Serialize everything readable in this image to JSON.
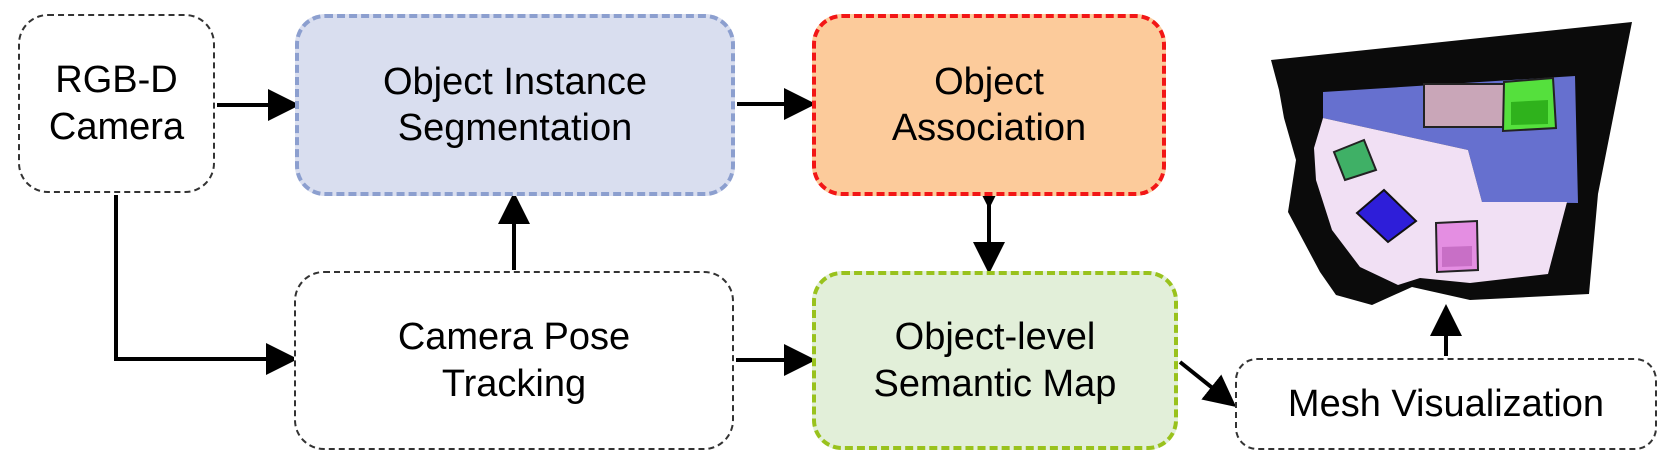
{
  "nodes": {
    "camera": {
      "line1": "RGB-D",
      "line2": "Camera"
    },
    "segmentation": {
      "line1": "Object Instance",
      "line2": "Segmentation"
    },
    "association": {
      "line1": "Object",
      "line2": "Association"
    },
    "pose_tracking": {
      "line1": "Camera Pose",
      "line2": "Tracking"
    },
    "semantic_map": {
      "line1": "Object-level",
      "line2": "Semantic Map"
    },
    "mesh_visualization": {
      "label": "Mesh Visualization"
    }
  },
  "colors": {
    "segmentation_fill": "#d9deef",
    "segmentation_border": "#8c9fcf",
    "association_fill": "#fccb9b",
    "association_border": "#f21616",
    "semantic_map_fill": "#e2efd9",
    "semantic_map_border": "#99c21d"
  },
  "edges": [
    {
      "from": "RGB-D Camera",
      "to": "Object Instance Segmentation"
    },
    {
      "from": "RGB-D Camera",
      "to": "Camera Pose Tracking"
    },
    {
      "from": "Camera Pose Tracking",
      "to": "Object Instance Segmentation"
    },
    {
      "from": "Object Instance Segmentation",
      "to": "Object Association"
    },
    {
      "from": "Object Association",
      "to": "Object-level Semantic Map",
      "bidirectional": true
    },
    {
      "from": "Camera Pose Tracking",
      "to": "Object-level Semantic Map"
    },
    {
      "from": "Object-level Semantic Map",
      "to": "Mesh Visualization"
    },
    {
      "from": "Mesh Visualization",
      "to": "3D mesh rendering"
    }
  ]
}
